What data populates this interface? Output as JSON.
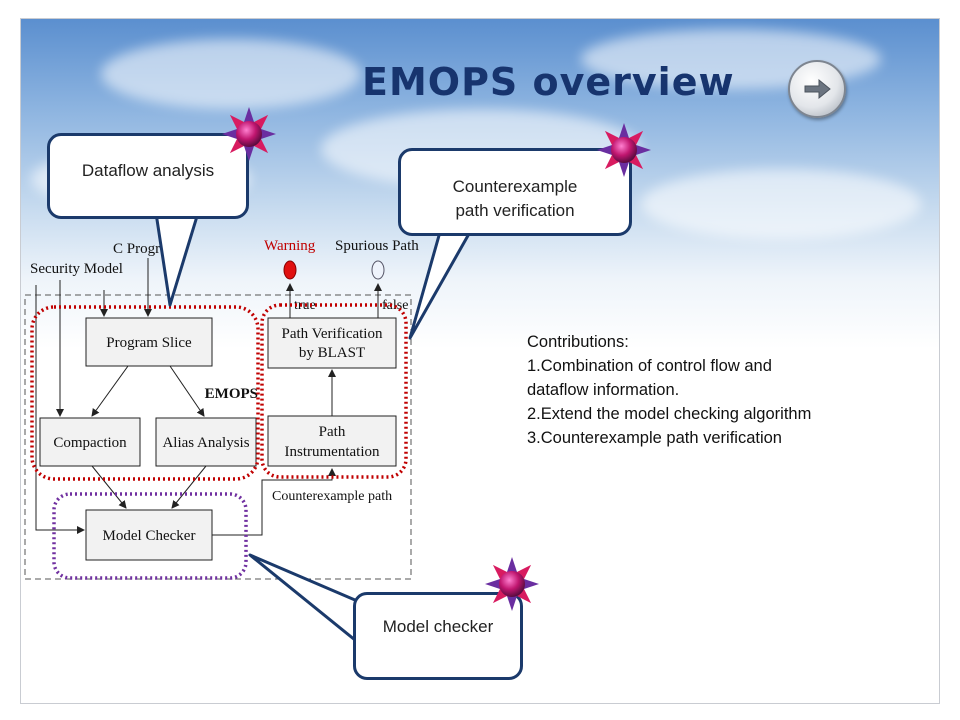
{
  "slide": {
    "title": "EMOPS overview",
    "next_icon": "arrow-right-circle-icon",
    "callouts": {
      "dataflow": "Dataflow analysis",
      "counterexample_line1": "Counterexample",
      "counterexample_line2": "path verification",
      "model_checker": "Model checker"
    },
    "contributions": {
      "heading": "Contributions:",
      "items": [
        "1.Combination of control flow and",
        "dataflow information.",
        "2.Extend the model checking algorithm",
        "3.Counterexample path verification"
      ]
    },
    "diagram": {
      "security_model": "Security Model",
      "c_program": "C Program",
      "warning": "Warning",
      "spurious_path": "Spurious Path",
      "true_label": "true",
      "false_label": "false",
      "emops": "EMOPS",
      "program_slice": "Program Slice",
      "compaction": "Compaction",
      "alias_analysis": "Alias Analysis",
      "model_checker": "Model Checker",
      "path_verification_1": "Path Verification",
      "path_verification_2": "by BLAST",
      "path_instrumentation_1": "Path",
      "path_instrumentation_2": "Instrumentation",
      "counterexample_path": "Counterexample path"
    },
    "colors": {
      "title": "#17346e",
      "callout_border": "#1b3a6b",
      "red_group": "#c00000",
      "purple_group": "#7030a0",
      "warning_dot": "#e01010"
    }
  }
}
